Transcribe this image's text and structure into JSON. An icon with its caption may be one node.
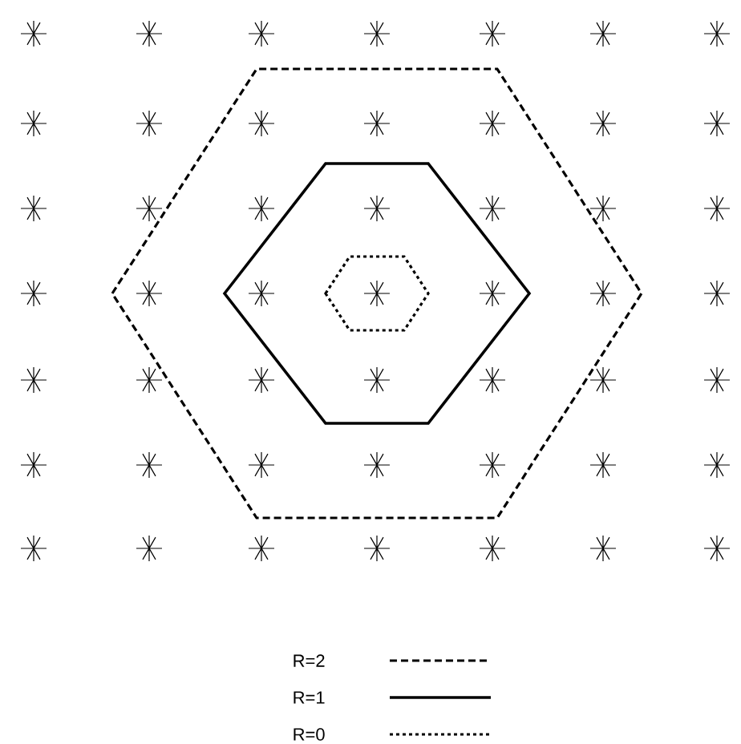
{
  "diagram": {
    "legend": [
      {
        "text": "R=2"
      },
      {
        "text": "R=1"
      },
      {
        "text": "R=0"
      }
    ]
  }
}
